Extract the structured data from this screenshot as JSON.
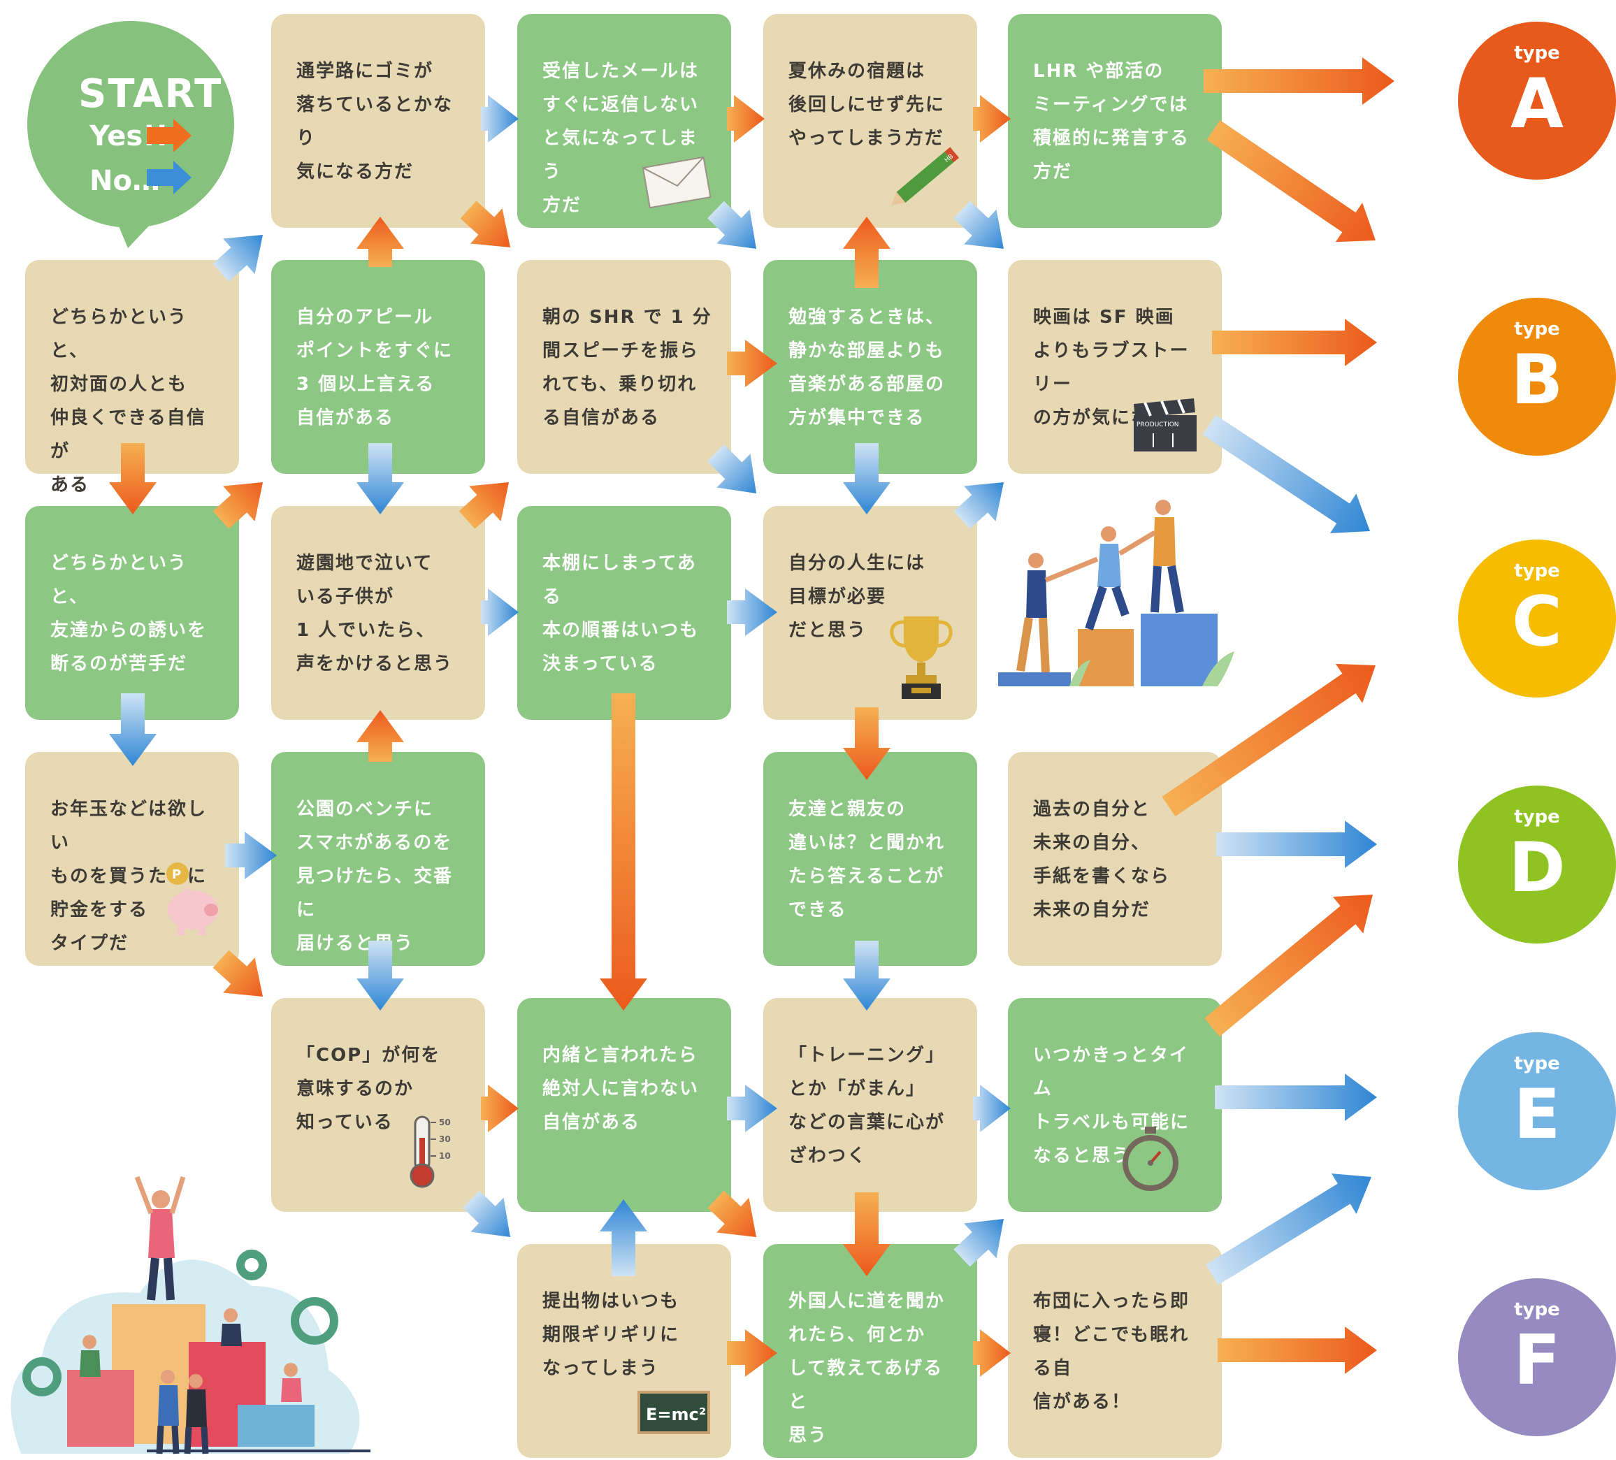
{
  "start": {
    "title": "START",
    "yes": "Yes!!",
    "no": "No…"
  },
  "nodes": [
    {
      "id": "r1c2",
      "text": "通学路にゴミが\n落ちているとかなり\n気になる方だ",
      "color": "beige"
    },
    {
      "id": "r1c3",
      "text": "受信したメールは\nすぐに返信しない\nと気になってしまう\n方だ",
      "color": "green"
    },
    {
      "id": "r1c4",
      "text": "夏休みの宿題は\n後回しにせず先に\nやってしまう方だ",
      "color": "beige"
    },
    {
      "id": "r1c5",
      "text": "LHR や部活の\nミーティングでは\n積極的に発言する\n方だ",
      "color": "green"
    },
    {
      "id": "r2c1",
      "text": "どちらかというと、\n初対面の人とも\n仲良くできる自信が\nある",
      "color": "beige"
    },
    {
      "id": "r2c2",
      "text": "自分のアピール\nポイントをすぐに\n3 個以上言える\n自信がある",
      "color": "green"
    },
    {
      "id": "r2c3",
      "text": "朝の SHR で 1 分\n間スピーチを振ら\nれても、乗り切れ\nる自信がある",
      "color": "beige"
    },
    {
      "id": "r2c4",
      "text": "勉強するときは、\n静かな部屋よりも\n音楽がある部屋の\n方が集中できる",
      "color": "green"
    },
    {
      "id": "r2c5",
      "text": "映画は SF 映画\nよりもラブストーリー\nの方が気になる",
      "color": "beige"
    },
    {
      "id": "r3c1",
      "text": "どちらかというと、\n友達からの誘いを\n断るのが苦手だ",
      "color": "green"
    },
    {
      "id": "r3c2",
      "text": "遊園地で泣いて\nいる子供が\n1 人でいたら、\n声をかけると思う",
      "color": "beige"
    },
    {
      "id": "r3c3",
      "text": "本棚にしまってある\n本の順番はいつも\n決まっている",
      "color": "green"
    },
    {
      "id": "r3c4",
      "text": "自分の人生には\n目標が必要\nだと思う",
      "color": "beige"
    },
    {
      "id": "r4c1",
      "text": "お年玉などは欲しい\nものを買うために\n貯金をする\nタイプだ",
      "color": "beige"
    },
    {
      "id": "r4c2",
      "text": "公園のベンチに\nスマホがあるのを\n見つけたら、交番に\n届けると思う",
      "color": "green"
    },
    {
      "id": "r4c4",
      "text": "友達と親友の\n違いは？と聞かれ\nたら答えることが\nできる",
      "color": "green"
    },
    {
      "id": "r4c5",
      "text": "過去の自分と\n未来の自分、\n手紙を書くなら\n未来の自分だ",
      "color": "beige"
    },
    {
      "id": "r5c2",
      "text": "「COP」が何を\n意味するのか\n知っている",
      "color": "beige"
    },
    {
      "id": "r5c3",
      "text": "内緒と言われたら\n絶対人に言わない\n自信がある",
      "color": "green"
    },
    {
      "id": "r5c4",
      "text": "「トレーニング」\nとか「がまん」\nなどの言葉に心が\nざわつく",
      "color": "beige"
    },
    {
      "id": "r5c5",
      "text": "いつかきっとタイム\nトラベルも可能に\nなると思う",
      "color": "green"
    },
    {
      "id": "r6c3",
      "text": "提出物はいつも\n期限ギリギリに\nなってしまう",
      "color": "beige"
    },
    {
      "id": "r6c4",
      "text": "外国人に道を聞か\nれたら、何とか\nして教えてあげると\n思う",
      "color": "green"
    },
    {
      "id": "r6c5",
      "text": "布団に入ったら即\n寝！どこでも眠れる自\n信がある！",
      "color": "beige"
    }
  ],
  "types": [
    {
      "word": "type",
      "letter": "A",
      "color": "#e85a1b"
    },
    {
      "word": "type",
      "letter": "B",
      "color": "#f08a0a"
    },
    {
      "word": "type",
      "letter": "C",
      "color": "#f6bc00"
    },
    {
      "word": "type",
      "letter": "D",
      "color": "#8fc322"
    },
    {
      "word": "type",
      "letter": "E",
      "color": "#74b5e3"
    },
    {
      "word": "type",
      "letter": "F",
      "color": "#968bc0"
    }
  ],
  "icon_labels": {
    "pencil": "HB",
    "clapper": "PRODUCTION",
    "thermometer": [
      "50",
      "30",
      "10"
    ],
    "blackboard": "E=mc²"
  },
  "colors": {
    "green_box": "#8cc784",
    "beige_box": "#e6d9b3",
    "yes_arrow": "#ef6f1f",
    "no_arrow": "#3b8fd8",
    "start_bubble": "#86c27d"
  }
}
